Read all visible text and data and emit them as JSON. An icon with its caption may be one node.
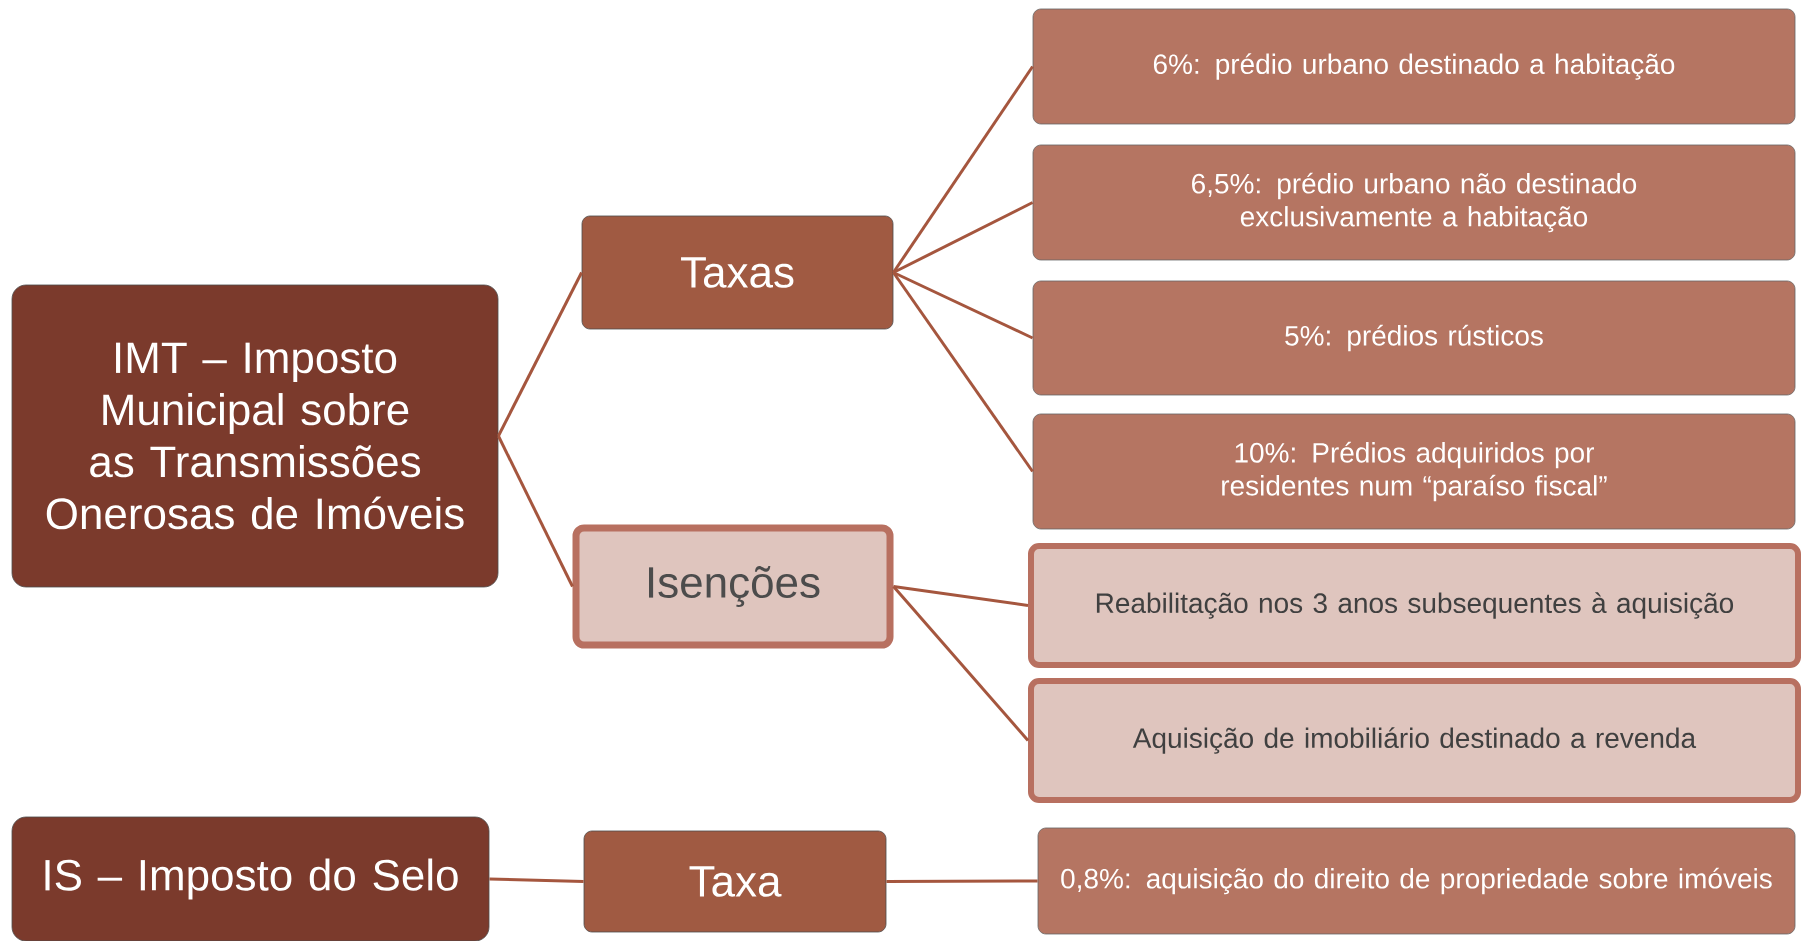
{
  "diagram": {
    "nodes": [
      {
        "text": [
          "IMT – Imposto Municipal sobre as Transmissões Onerosas de Imóveis"
        ]
      },
      {
        "text": [
          "Taxas"
        ]
      },
      {
        "text": [
          "Isenções"
        ]
      },
      {
        "text": [
          "6%: prédio urbano destinado a habitação"
        ]
      },
      {
        "text": [
          "6,5%: prédio urbano não destinado exclusivamente a habitação"
        ]
      },
      {
        "text": [
          "5%: prédios rústicos"
        ]
      },
      {
        "text": [
          "10%: Prédios adquiridos por residentes num “paraíso fiscal”"
        ]
      },
      {
        "text": [
          "Reabilitação nos 3 anos subsequentes à aquisição"
        ]
      },
      {
        "text": [
          "Aquisição de imobiliário destinado a revenda"
        ]
      },
      {
        "text": [
          "IS – Imposto do Selo"
        ]
      },
      {
        "text": [
          "Taxa"
        ]
      },
      {
        "text": [
          "0,8%: aquisição do direito de propriedade sobre imóveis"
        ]
      }
    ],
    "edges": [
      {
        "from": 0,
        "to": 1,
        "arrow": "none"
      },
      {
        "from": 0,
        "to": 2,
        "arrow": "none"
      },
      {
        "from": 1,
        "to": 3,
        "arrow": "none"
      },
      {
        "from": 1,
        "to": 4,
        "arrow": "none"
      },
      {
        "from": 1,
        "to": 5,
        "arrow": "none"
      },
      {
        "from": 1,
        "to": 6,
        "arrow": "none"
      },
      {
        "from": 2,
        "to": 7,
        "arrow": "none"
      },
      {
        "from": 2,
        "to": 8,
        "arrow": "none"
      },
      {
        "from": 9,
        "to": 10,
        "arrow": "none"
      },
      {
        "from": 10,
        "to": 11,
        "arrow": "none"
      }
    ]
  }
}
